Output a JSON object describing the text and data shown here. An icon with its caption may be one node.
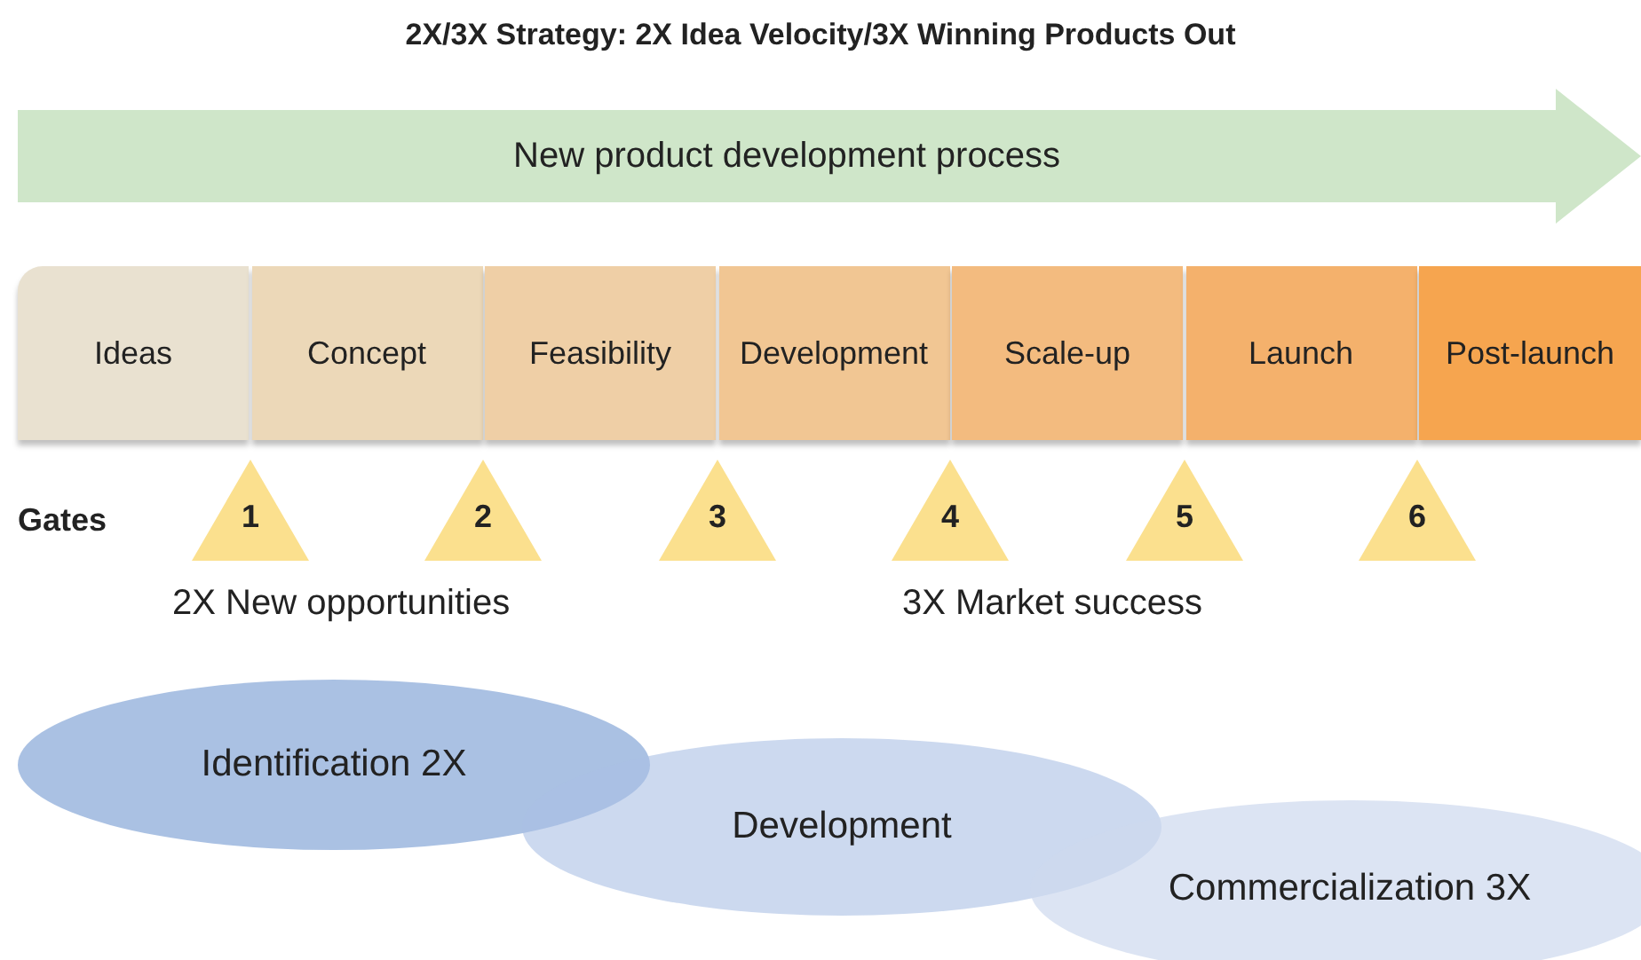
{
  "diagram": {
    "title": "2X/3X Strategy: 2X Idea Velocity/3X Winning Products Out",
    "nodes": [
      {
        "text": [
          "New product development process"
        ]
      },
      {
        "text": [
          "Ideas"
        ]
      },
      {
        "text": [
          "Concept"
        ]
      },
      {
        "text": [
          "Feasibility"
        ]
      },
      {
        "text": [
          "Development"
        ]
      },
      {
        "text": [
          "Scale-up"
        ]
      },
      {
        "text": [
          "Launch"
        ]
      },
      {
        "text": [
          "Post-launch"
        ]
      },
      {
        "text": [
          "1"
        ]
      },
      {
        "text": [
          "2"
        ]
      },
      {
        "text": [
          "3"
        ]
      },
      {
        "text": [
          "4"
        ]
      },
      {
        "text": [
          "5"
        ]
      },
      {
        "text": [
          "6"
        ]
      },
      {
        "text": [
          "Identification 2X"
        ]
      },
      {
        "text": [
          "Development"
        ]
      },
      {
        "text": [
          "Commercialization 3X"
        ]
      }
    ],
    "edges": [],
    "labels": [
      "Gates",
      "2X New opportunities",
      "3X Market success"
    ]
  }
}
